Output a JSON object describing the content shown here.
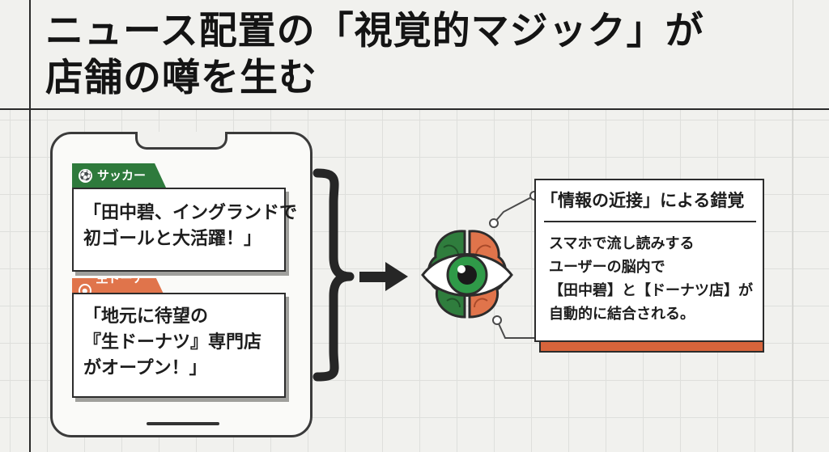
{
  "title": {
    "line1": "ニュース配置の「視覚的マジック」が",
    "line2": "店舗の噂を生む"
  },
  "phone": {
    "card1": {
      "tag": "サッカー",
      "tag_icon": "soccer-ball-icon",
      "line1": "「田中碧、イングランドで",
      "line2": "初ゴールと大活躍！」"
    },
    "card2": {
      "tag": "生ドーナツ",
      "tag_icon": "donut-icon",
      "line1": "「地元に待望の",
      "line2": "『生ドーナツ』専門店",
      "line3": "がオープン！」"
    }
  },
  "info": {
    "title": "「情報の近接」による錯覚",
    "line1": "スマホで流し読みする",
    "line2": "ユーザーの脳内で",
    "line3": "【田中碧】と【ドーナツ店】が",
    "line4": "自動的に結合される。"
  },
  "icons": {
    "brace": "right-curly-brace-icon",
    "arrow": "right-arrow-icon",
    "brain_eye": "brain-eye-icon"
  },
  "colors": {
    "green": "#2e7a3c",
    "orange": "#e0744b",
    "dark": "#2c2c2c",
    "accent_bar": "#d7643b"
  }
}
